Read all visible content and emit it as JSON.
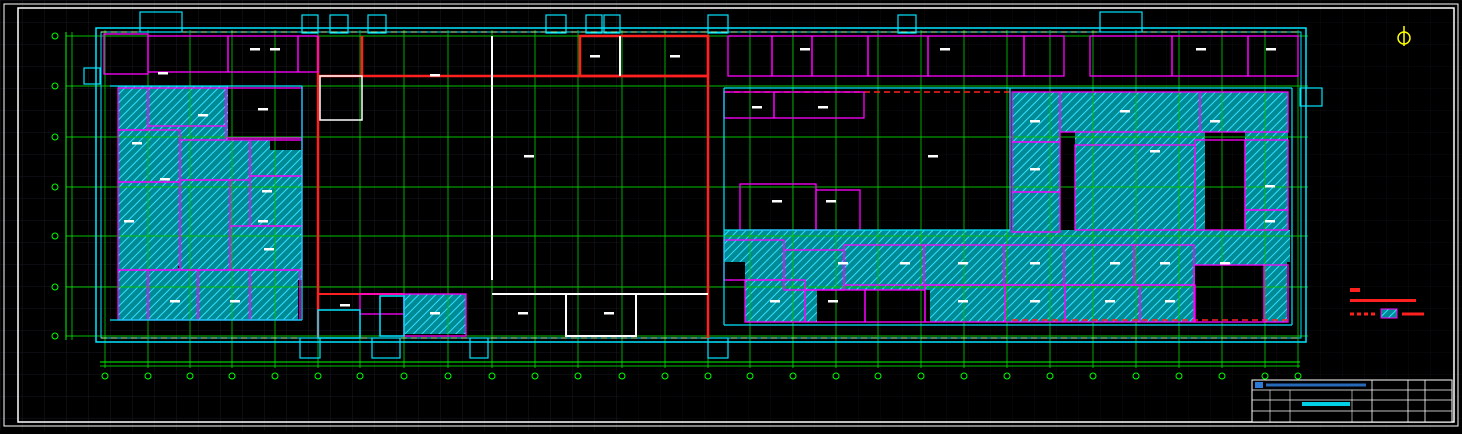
{
  "drawing": {
    "title_block": {
      "company_line": "",
      "drawing_title": "",
      "rows": [
        "",
        "",
        "",
        ""
      ]
    },
    "legend": {
      "items": [
        {
          "kind": "red-wall",
          "label": ""
        },
        {
          "kind": "red-dash",
          "label": ""
        },
        {
          "kind": "clean-area-hatch",
          "label": ""
        }
      ]
    },
    "north_symbol": "north-arrow",
    "colors": {
      "background": "#000000",
      "grid": "#00c000",
      "axis": "#00ff00",
      "wall": "#00e5ff",
      "partition": "#ff00ff",
      "fire_wall": "#ff2020",
      "white_wall": "#ffffff",
      "clean_hatch": "#00b8c8",
      "north": "#ffff00"
    }
  }
}
